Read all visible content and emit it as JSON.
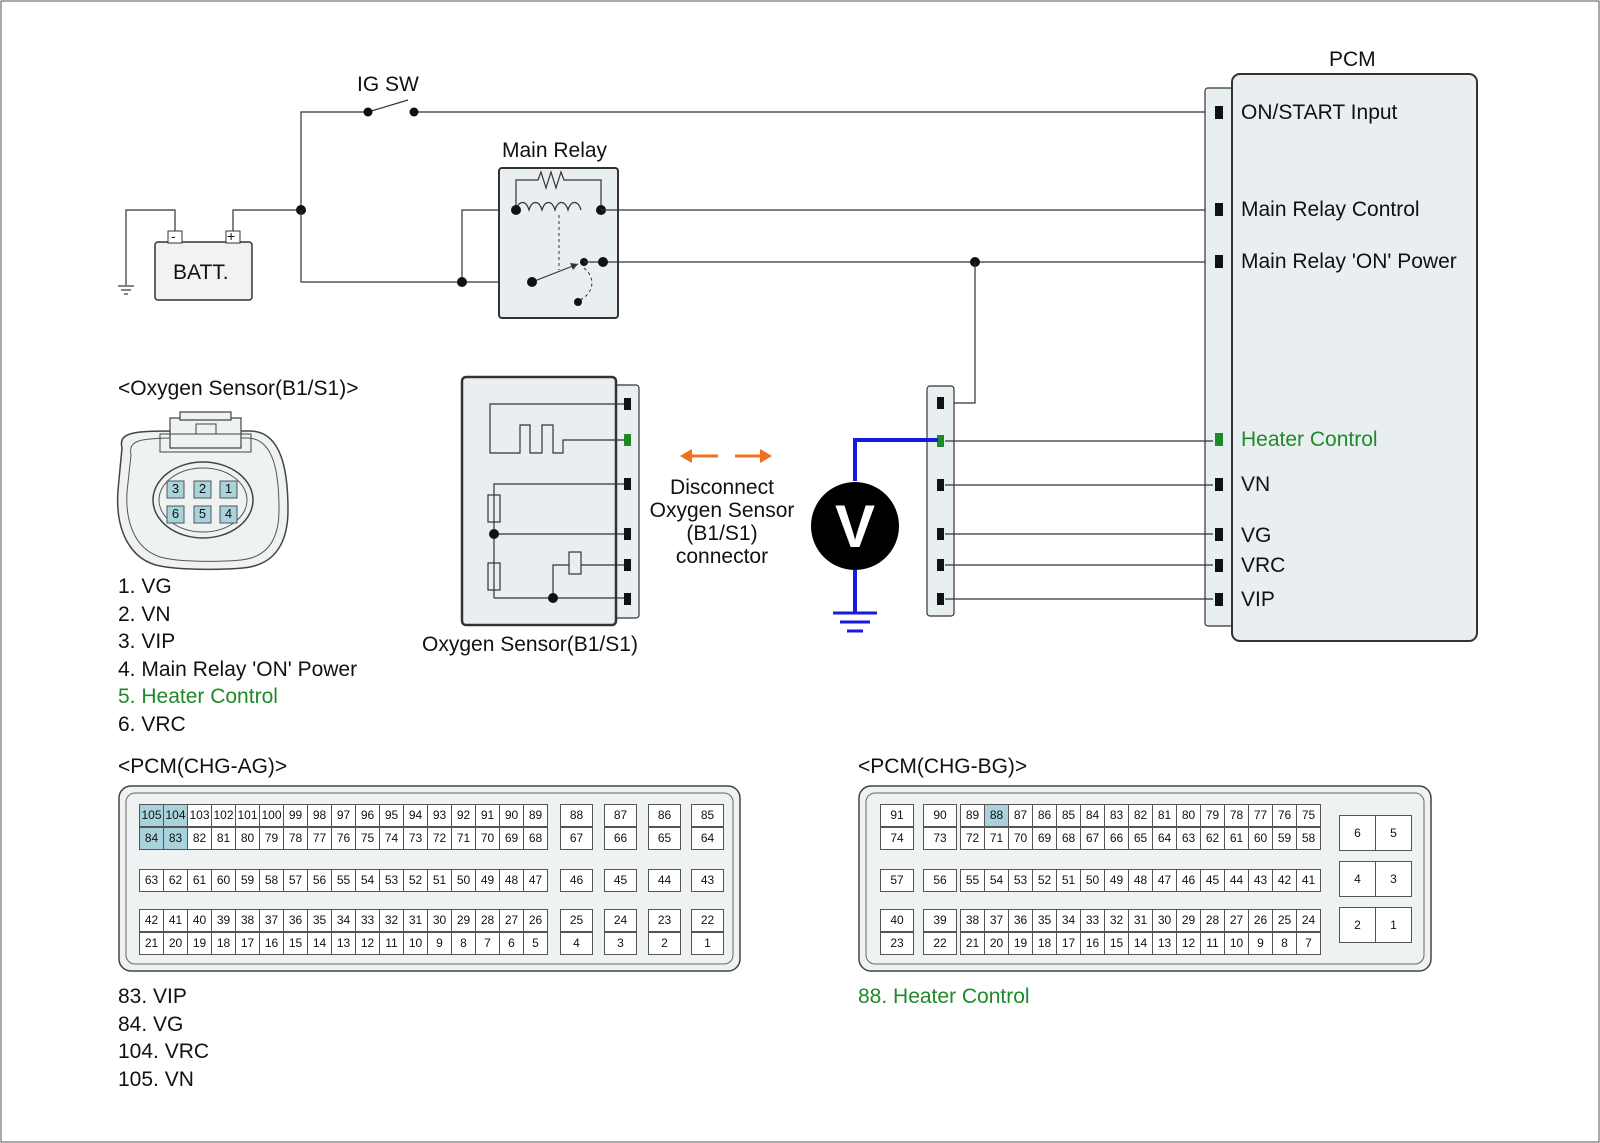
{
  "diagram": {
    "ig_switch_label": "IG SW",
    "battery_label": "BATT.",
    "battery_minus": "-",
    "battery_plus": "+",
    "main_relay_label": "Main Relay",
    "pcm_label": "PCM",
    "pcm_pins": [
      {
        "label": "ON/START Input",
        "highlight": false
      },
      {
        "label": "Main Relay Control",
        "highlight": false
      },
      {
        "label": "Main Relay 'ON' Power",
        "highlight": false
      },
      {
        "label": "Heater Control",
        "highlight": true
      },
      {
        "label": "VN",
        "highlight": false
      },
      {
        "label": "VG",
        "highlight": false
      },
      {
        "label": "VRC",
        "highlight": false
      },
      {
        "label": "VIP",
        "highlight": false
      }
    ],
    "sensor_box_label": "Oxygen Sensor(B1/S1)",
    "disconnect_note": [
      "Disconnect",
      "Oxygen Sensor",
      "(B1/S1)",
      "connector"
    ],
    "voltmeter_symbol": "V",
    "colors": {
      "highlight_green": "#1f8a2a",
      "probe_blue": "#1a1adc",
      "arrow_orange": "#f07020",
      "pin_highlight": "#a9d3dc"
    }
  },
  "o2_connector": {
    "title": "<Oxygen Sensor(B1/S1)>",
    "face_pins": [
      "3",
      "2",
      "1",
      "6",
      "5",
      "4"
    ],
    "pin_list": [
      {
        "text": "1. VG",
        "highlight": false
      },
      {
        "text": "2. VN",
        "highlight": false
      },
      {
        "text": "3. VIP",
        "highlight": false
      },
      {
        "text": "4. Main Relay 'ON' Power",
        "highlight": false
      },
      {
        "text": "5. Heater Control",
        "highlight": true
      },
      {
        "text": "6. VRC",
        "highlight": false
      }
    ]
  },
  "pcm_ag": {
    "title": "<PCM(CHG-AG)>",
    "highlighted": [
      "105",
      "104",
      "84",
      "83"
    ],
    "rows": [
      [
        [
          "105",
          "104",
          "103",
          "102",
          "101",
          "100",
          "99",
          "98",
          "97",
          "96",
          "95",
          "94",
          "93",
          "92",
          "91",
          "90",
          "89"
        ],
        [
          "88"
        ],
        [
          "87"
        ],
        [
          "86"
        ],
        [
          "85"
        ]
      ],
      [
        [
          "84",
          "83",
          "82",
          "81",
          "80",
          "79",
          "78",
          "77",
          "76",
          "75",
          "74",
          "73",
          "72",
          "71",
          "70",
          "69",
          "68"
        ],
        [
          "67"
        ],
        [
          "66"
        ],
        [
          "65"
        ],
        [
          "64"
        ]
      ],
      [
        [
          "63",
          "62",
          "61",
          "60",
          "59",
          "58",
          "57",
          "56",
          "55",
          "54",
          "53",
          "52",
          "51",
          "50",
          "49",
          "48",
          "47"
        ],
        [
          "46"
        ],
        [
          "45"
        ],
        [
          "44"
        ],
        [
          "43"
        ]
      ],
      [
        [
          "42",
          "41",
          "40",
          "39",
          "38",
          "37",
          "36",
          "35",
          "34",
          "33",
          "32",
          "31",
          "30",
          "29",
          "28",
          "27",
          "26"
        ],
        [
          "25"
        ],
        [
          "24"
        ],
        [
          "23"
        ],
        [
          "22"
        ]
      ],
      [
        [
          "21",
          "20",
          "19",
          "18",
          "17",
          "16",
          "15",
          "14",
          "13",
          "12",
          "11",
          "10",
          "9",
          "8",
          "7",
          "6",
          "5"
        ],
        [
          "4"
        ],
        [
          "3"
        ],
        [
          "2"
        ],
        [
          "1"
        ]
      ]
    ],
    "pin_list": [
      {
        "text": "83. VIP",
        "highlight": false
      },
      {
        "text": "84. VG",
        "highlight": false
      },
      {
        "text": "104. VRC",
        "highlight": false
      },
      {
        "text": "105. VN",
        "highlight": false
      }
    ]
  },
  "pcm_bg": {
    "title": "<PCM(CHG-BG)>",
    "highlighted": [
      "88"
    ],
    "rows": [
      [
        [
          "91"
        ],
        [
          "90"
        ],
        [
          "89",
          "88",
          "87",
          "86",
          "85",
          "84",
          "83",
          "82",
          "81",
          "80",
          "79",
          "78",
          "77",
          "76",
          "75"
        ]
      ],
      [
        [
          "74"
        ],
        [
          "73"
        ],
        [
          "72",
          "71",
          "70",
          "69",
          "68",
          "67",
          "66",
          "65",
          "64",
          "63",
          "62",
          "61",
          "60",
          "59",
          "58"
        ]
      ],
      [
        [
          "57"
        ],
        [
          "56"
        ],
        [
          "55",
          "54",
          "53",
          "52",
          "51",
          "50",
          "49",
          "48",
          "47",
          "46",
          "45",
          "44",
          "43",
          "42",
          "41"
        ]
      ],
      [
        [
          "40"
        ],
        [
          "39"
        ],
        [
          "38",
          "37",
          "36",
          "35",
          "34",
          "33",
          "32",
          "31",
          "30",
          "29",
          "28",
          "27",
          "26",
          "25",
          "24"
        ]
      ],
      [
        [
          "23"
        ],
        [
          "22"
        ],
        [
          "21",
          "20",
          "19",
          "18",
          "17",
          "16",
          "15",
          "14",
          "13",
          "12",
          "11",
          "10",
          "9",
          "8",
          "7"
        ]
      ]
    ],
    "side_pairs": [
      [
        "6",
        "5"
      ],
      [
        "4",
        "3"
      ],
      [
        "2",
        "1"
      ]
    ],
    "pin_list": [
      {
        "text": "88. Heater Control",
        "highlight": true
      }
    ]
  }
}
